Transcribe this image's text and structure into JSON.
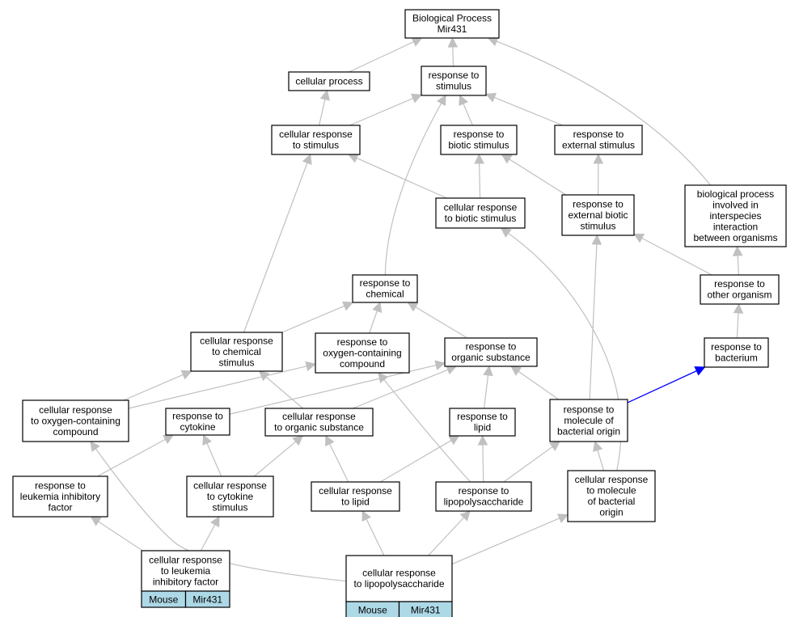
{
  "nodes": [
    {
      "id": "bp",
      "lines": [
        "Biological Process",
        "Mir431"
      ]
    },
    {
      "id": "cp",
      "lines": [
        "cellular process"
      ]
    },
    {
      "id": "rs",
      "lines": [
        "response to",
        "stimulus"
      ]
    },
    {
      "id": "crs",
      "lines": [
        "cellular response",
        "to stimulus"
      ]
    },
    {
      "id": "rbs",
      "lines": [
        "response to",
        "biotic stimulus"
      ]
    },
    {
      "id": "res",
      "lines": [
        "response to",
        "external stimulus"
      ]
    },
    {
      "id": "crbs",
      "lines": [
        "cellular response",
        "to biotic stimulus"
      ]
    },
    {
      "id": "rebs",
      "lines": [
        "response to",
        "external biotic",
        "stimulus"
      ]
    },
    {
      "id": "bpi",
      "lines": [
        "biological process",
        "involved in",
        "interspecies",
        "interaction",
        "between organisms"
      ]
    },
    {
      "id": "rc",
      "lines": [
        "response to",
        "chemical"
      ]
    },
    {
      "id": "roo",
      "lines": [
        "response to",
        "other organism"
      ]
    },
    {
      "id": "crcs",
      "lines": [
        "cellular response",
        "to chemical",
        "stimulus"
      ]
    },
    {
      "id": "rocc",
      "lines": [
        "response to",
        "oxygen-containing",
        "compound"
      ]
    },
    {
      "id": "ros",
      "lines": [
        "response to",
        "organic substance"
      ]
    },
    {
      "id": "rb",
      "lines": [
        "response to",
        "bacterium"
      ]
    },
    {
      "id": "crocc",
      "lines": [
        "cellular response",
        "to oxygen-containing",
        "compound"
      ]
    },
    {
      "id": "rcy",
      "lines": [
        "response to",
        "cytokine"
      ]
    },
    {
      "id": "cros",
      "lines": [
        "cellular response",
        "to organic substance"
      ]
    },
    {
      "id": "rl",
      "lines": [
        "response to",
        "lipid"
      ]
    },
    {
      "id": "rmbo",
      "lines": [
        "response to",
        "molecule of",
        "bacterial origin"
      ]
    },
    {
      "id": "rlif",
      "lines": [
        "response to",
        "leukemia inhibitory",
        "factor"
      ]
    },
    {
      "id": "crcy",
      "lines": [
        "cellular response",
        "to cytokine",
        "stimulus"
      ]
    },
    {
      "id": "crl",
      "lines": [
        "cellular response",
        "to lipid"
      ]
    },
    {
      "id": "rlps",
      "lines": [
        "response to",
        "lipopolysaccharide"
      ]
    },
    {
      "id": "crmbo",
      "lines": [
        "cellular response",
        "to molecule",
        "of bacterial",
        "origin"
      ]
    },
    {
      "id": "crlif",
      "lines": [
        "cellular response",
        "to leukemia",
        "inhibitory factor"
      ],
      "cells": [
        "Mouse",
        "Mir431"
      ]
    },
    {
      "id": "crlps",
      "lines": [
        "cellular response",
        "to lipopolysaccharide"
      ],
      "cells": [
        "Mouse",
        "Mir431"
      ]
    }
  ],
  "edges": [
    {
      "from": "cp",
      "to": "bp"
    },
    {
      "from": "rs",
      "to": "bp"
    },
    {
      "from": "bpi",
      "to": "bp"
    },
    {
      "from": "crs",
      "to": "cp"
    },
    {
      "from": "crs",
      "to": "rs"
    },
    {
      "from": "rbs",
      "to": "rs"
    },
    {
      "from": "res",
      "to": "rs"
    },
    {
      "from": "rc",
      "to": "rs"
    },
    {
      "from": "crbs",
      "to": "crs"
    },
    {
      "from": "crbs",
      "to": "rbs"
    },
    {
      "from": "rebs",
      "to": "rbs"
    },
    {
      "from": "rebs",
      "to": "res"
    },
    {
      "from": "roo",
      "to": "rebs"
    },
    {
      "from": "roo",
      "to": "bpi"
    },
    {
      "from": "rb",
      "to": "roo"
    },
    {
      "from": "crcs",
      "to": "crs"
    },
    {
      "from": "crcs",
      "to": "rc"
    },
    {
      "from": "rocc",
      "to": "rc"
    },
    {
      "from": "ros",
      "to": "rc"
    },
    {
      "from": "crocc",
      "to": "crcs"
    },
    {
      "from": "crocc",
      "to": "rocc"
    },
    {
      "from": "rcy",
      "to": "ros"
    },
    {
      "from": "cros",
      "to": "crcs"
    },
    {
      "from": "cros",
      "to": "ros"
    },
    {
      "from": "rl",
      "to": "ros"
    },
    {
      "from": "rmbo",
      "to": "ros"
    },
    {
      "from": "rmbo",
      "to": "rebs"
    },
    {
      "from": "rmbo",
      "to": "rb",
      "highlight": true
    },
    {
      "from": "rlif",
      "to": "rcy"
    },
    {
      "from": "crcy",
      "to": "rcy"
    },
    {
      "from": "crcy",
      "to": "cros"
    },
    {
      "from": "crl",
      "to": "cros"
    },
    {
      "from": "crl",
      "to": "rl"
    },
    {
      "from": "rlps",
      "to": "rl"
    },
    {
      "from": "rlps",
      "to": "rmbo"
    },
    {
      "from": "rlps",
      "to": "rocc"
    },
    {
      "from": "crmbo",
      "to": "rmbo"
    },
    {
      "from": "crmbo",
      "to": "crbs"
    },
    {
      "from": "crlif",
      "to": "rlif"
    },
    {
      "from": "crlif",
      "to": "crcy"
    },
    {
      "from": "crlps",
      "to": "crl"
    },
    {
      "from": "crlps",
      "to": "rlps"
    },
    {
      "from": "crlps",
      "to": "crmbo"
    },
    {
      "from": "crlps",
      "to": "crocc"
    }
  ],
  "colors": {
    "edge": "#c0c0c0",
    "highlight_edge": "#0000ff",
    "cell_fill": "#add8e6",
    "node_stroke": "#000000"
  }
}
